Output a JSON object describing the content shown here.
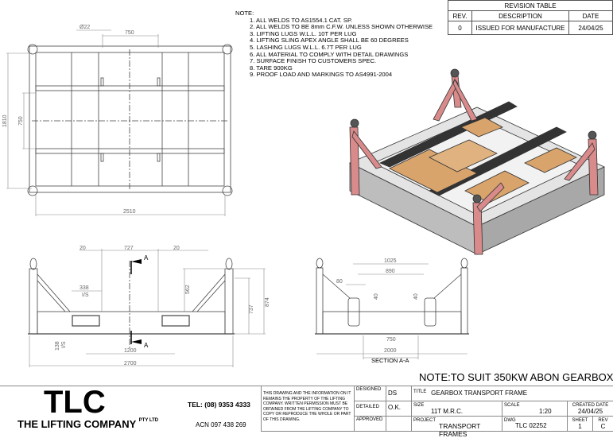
{
  "notes": {
    "heading": "NOTE:",
    "items": [
      "1. ALL WELDS TO AS1554.1 CAT. SP.",
      "2. ALL WELDS TO BE 8mm C.F.W. UNLESS SHOWN OTHERWISE",
      "3. LIFTING LUGS W.L.L. 10T PER LUG",
      "4. LIFTING SLING APEX ANGLE SHALL BE 60 DEGREES",
      "5. LASHING LUGS W.L.L. 6.7T PER LUG",
      "6. ALL MATERIAL TO COMPLY WITH DETAIL DRAWINGS",
      "7. SURFACE FINISH TO CUSTOMERS SPEC.",
      "8. TARE 900KG",
      "9. PROOF LOAD AND MARKINGS TO AS4991-2004"
    ]
  },
  "revision_table": {
    "title": "REVISION TABLE",
    "headers": [
      "REV.",
      "DESCRIPTION",
      "DATE"
    ],
    "rows": [
      [
        "0",
        "ISSUED FOR MANUFACTURE",
        "24/04/25"
      ]
    ]
  },
  "plan_view": {
    "dims": {
      "hole": "Ø22",
      "lug_spacing": "750",
      "overall_width": "1810",
      "beam_spacing": "750",
      "overall_length": "2510"
    }
  },
  "side_view": {
    "dims": {
      "d20a": "20",
      "d727": "727",
      "d20b": "20",
      "d338": "338",
      "d338_note": "I/S",
      "d562": "562",
      "d737": "737",
      "d874": "874",
      "d138": "138",
      "d138_note": "I/S",
      "d1200": "1200",
      "d2700": "2700"
    },
    "section_mark": "A"
  },
  "section_view": {
    "title": "SECTION A-A",
    "dims": {
      "d1025": "1025",
      "d890": "890",
      "d80": "80",
      "d40a": "40",
      "d40b": "40",
      "d750": "750",
      "d2000": "2000"
    }
  },
  "main_note": "NOTE:TO SUIT 350KW ABON GEARBOX",
  "title_block": {
    "logo": "TLC",
    "company": "THE LIFTING COMPANY",
    "company_suffix": "PTY LTD",
    "tel": "TEL: (08) 9353 4333",
    "acn": "ACN 097 438 269",
    "disclaimer": "THIS DRAWING AND THE INFORMATION ON IT REMAINS THE PROPERTY OF THE LIFTING COMPANY. WRITTEN PERMISSION MUST BE OBTAINED FROM THE LIFTING COMPANY TO COPY OR REPRODUCE THE WHOLE OR PART OF THIS DRAWING.",
    "designed_label": "DESIGNED",
    "designed": "DS",
    "detailed_label": "DETAILED",
    "detailed": "O.K.",
    "approved_label": "APPROVED",
    "approved": "",
    "title_label": "TITLE",
    "title": "GEARBOX TRANSPORT FRAME",
    "size_label": "SIZE",
    "size": "11T M.R.C.",
    "scale_label": "SCALE",
    "scale": "1:20",
    "created_label": "CREATED DATE",
    "created": "24/04/25",
    "project_label": "PROJECT",
    "project": "TRANSPORT FRAMES",
    "dwg_label": "DWG",
    "dwg": "TLC 02252",
    "sheet_label": "SHEET",
    "sheet": "1",
    "rev_label": "REV",
    "rev": "C"
  },
  "colors": {
    "frame": "#c8c8c8",
    "posts": "#d98a8a",
    "blocks": "#d9a46c",
    "line": "#444444"
  }
}
